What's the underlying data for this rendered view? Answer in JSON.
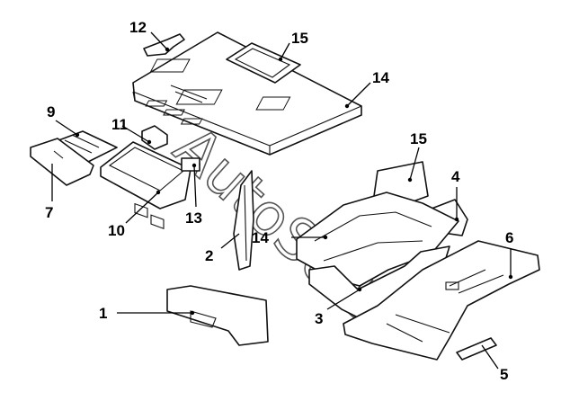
{
  "diagram": {
    "callouts": [
      {
        "id": "c1",
        "text": "1"
      },
      {
        "id": "c2",
        "text": "2"
      },
      {
        "id": "c3",
        "text": "3"
      },
      {
        "id": "c4",
        "text": "4"
      },
      {
        "id": "c5",
        "text": "5"
      },
      {
        "id": "c6",
        "text": "6"
      },
      {
        "id": "c7",
        "text": "7"
      },
      {
        "id": "c9",
        "text": "9"
      },
      {
        "id": "c10",
        "text": "10"
      },
      {
        "id": "c11",
        "text": "11"
      },
      {
        "id": "c12",
        "text": "12"
      },
      {
        "id": "c13",
        "text": "13"
      },
      {
        "id": "c14a",
        "text": "14"
      },
      {
        "id": "c14b",
        "text": "14"
      },
      {
        "id": "c15a",
        "text": "15"
      },
      {
        "id": "c15b",
        "text": "15"
      }
    ]
  },
  "watermark": "AutoSoft",
  "colors": {
    "line": "#111111",
    "background": "#ffffff"
  }
}
